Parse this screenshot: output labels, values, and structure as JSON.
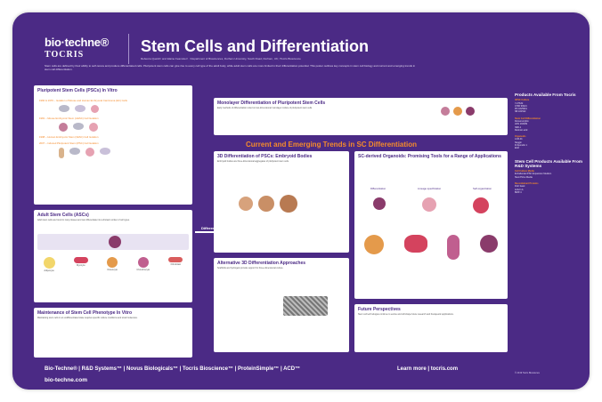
{
  "brand": {
    "line1": "bio·techne®",
    "line2": "TOCRIS"
  },
  "title": "Stem Cells and Differentiation",
  "authors": "Rebecca Quelch¹ and Elaine Feamster² · ¹Department of Biosciences, Durham University, South Road, Durham, UK; ²Tocris Bioscience",
  "intro": "Stem cells are defined by their ability to self-renew and produce differentiated cells. Pluripotent stem cells can give rise to every cell type of the adult body, while adult stem cells are more limited in their differentiation potential. This poster outlines key concepts in stem cell biology and current and emerging trends in stem cell differentiation.",
  "sections": {
    "psc": {
      "title": "Pluripotent Stem Cells (PSCs) In Vitro",
      "items": [
        "1960 & 1970 – Isolation of Mouse and Human Embryonal Carcinoma (EC) Cells",
        "1981 – Mouse Embryonic Stem (mESC) Cell Isolation",
        "1998 – Human Embryonic Stem (hESC) Cell Isolation",
        "2007 – Induced Pluripotent Stem (iPSC) Cell Isolation"
      ]
    },
    "asc": {
      "title": "Adult Stem Cells (ASCs)",
      "body": "Adult stem cells are found in many tissues and can differentiate into a limited number of cell types.",
      "cells": [
        "Adipocyte",
        "Myocyte",
        "Osteocyte",
        "Chondrocyte",
        "Fibroblast"
      ]
    },
    "maint": {
      "title": "Maintenance of Stem Cell Phenotype In Vitro",
      "body": "Maintaining stem cells in an undifferentiated state requires specific culture conditions and small molecules."
    },
    "mono": {
      "title": "Monolayer Differentiation of Pluripotent Stem Cells",
      "body": "Early methods of differentiation relied on two-dimensional monolayer culture of pluripotent stem cells."
    },
    "trends": "Current and Emerging Trends in SC Differentiation",
    "eb": {
      "title": "3D Differentiation of PSCs: Embryoid Bodies",
      "body": "Embryoid bodies are three-dimensional aggregates of pluripotent stem cells."
    },
    "alt3d": {
      "title": "Alternative 3D Differentiation Approaches",
      "body": "Scaffolds and hydrogels provide support for three-dimensional culture."
    },
    "organoid": {
      "title": "SC-derived Organoids: Promising Tools for a Range of Applications",
      "labels": [
        "Differentiation",
        "Lineage specification",
        "Self-organization"
      ]
    },
    "future": {
      "title": "Future Perspectives",
      "body": "Stem cell technologies continue to evolve and will shape future research and therapeutic applications."
    }
  },
  "differentiation_label": "Differentiation",
  "sidebar": {
    "head1": "Products Available From Tocris",
    "groups": [
      {
        "name": "hPSC Culture",
        "items": [
          "Y-27632",
          "CHIR 99021",
          "PD 0325901",
          "SB 431542"
        ]
      },
      {
        "name": "Stem Cell Differentiation",
        "items": [
          "Dorsomorphin",
          "LDN 193189",
          "IWR-1",
          "Retinoic acid"
        ]
      },
      {
        "name": "Organoids",
        "items": [
          "A 83-01",
          "Noggin",
          "R-Spondin 1",
          "EGF"
        ]
      }
    ],
    "head2": "Stem Cell Products Available From R&D Systems",
    "groups2": [
      {
        "name": "Cell Culture Media",
        "items": [
          "ExCellerate iPSC Expansion Medium",
          "StemXVivo Media"
        ]
      },
      {
        "name": "Recombinant Proteins",
        "items": [
          "FGF basic",
          "Activin A",
          "BMP-4"
        ]
      }
    ]
  },
  "footer": {
    "brands": "Bio-Techne® | R&D Systems™ | Novus Biologicals™ | Tocris Bioscience™ | ProteinSimple™ | ACD™",
    "url": "bio-techne.com",
    "learn": "Learn more | tocris.com",
    "fine": "© 2019 Tocris Bioscience"
  },
  "colors": {
    "background": "#4b2a85",
    "accent": "#f58b2b",
    "panel": "#ffffff"
  }
}
